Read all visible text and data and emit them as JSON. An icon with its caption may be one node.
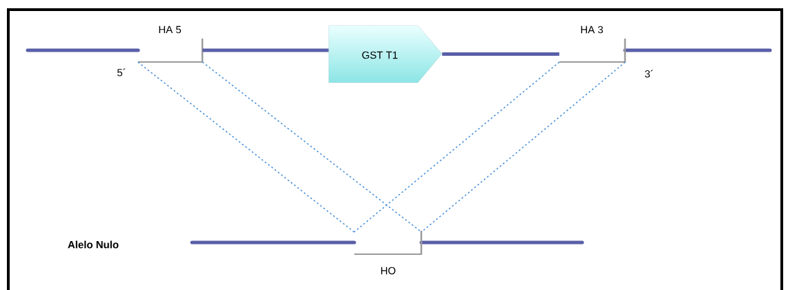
{
  "diagram": {
    "nodes": [
      {
        "text": [
          "HA 5"
        ]
      },
      {
        "text": [
          "GST T1"
        ]
      },
      {
        "text": [
          "HA 3"
        ]
      },
      {
        "text": [
          "HO"
        ]
      }
    ],
    "edges": [
      {
        "from": 0,
        "to": 3,
        "arrow": "none",
        "style": "dashed"
      },
      {
        "from": 0,
        "to": 3,
        "arrow": "none",
        "style": "dashed"
      },
      {
        "from": 2,
        "to": 3,
        "arrow": "none",
        "style": "dashed"
      },
      {
        "from": 2,
        "to": 3,
        "arrow": "none",
        "style": "dashed"
      },
      {
        "from": 0,
        "to": 1,
        "arrow": "none",
        "style": "thick",
        "color": "#5a5fa8"
      },
      {
        "from": 1,
        "to": 2,
        "arrow": "none",
        "style": "thick",
        "color": "#5a5fa8"
      }
    ],
    "labels": [
      "5´",
      "3´",
      "Alelo Nulo"
    ]
  }
}
